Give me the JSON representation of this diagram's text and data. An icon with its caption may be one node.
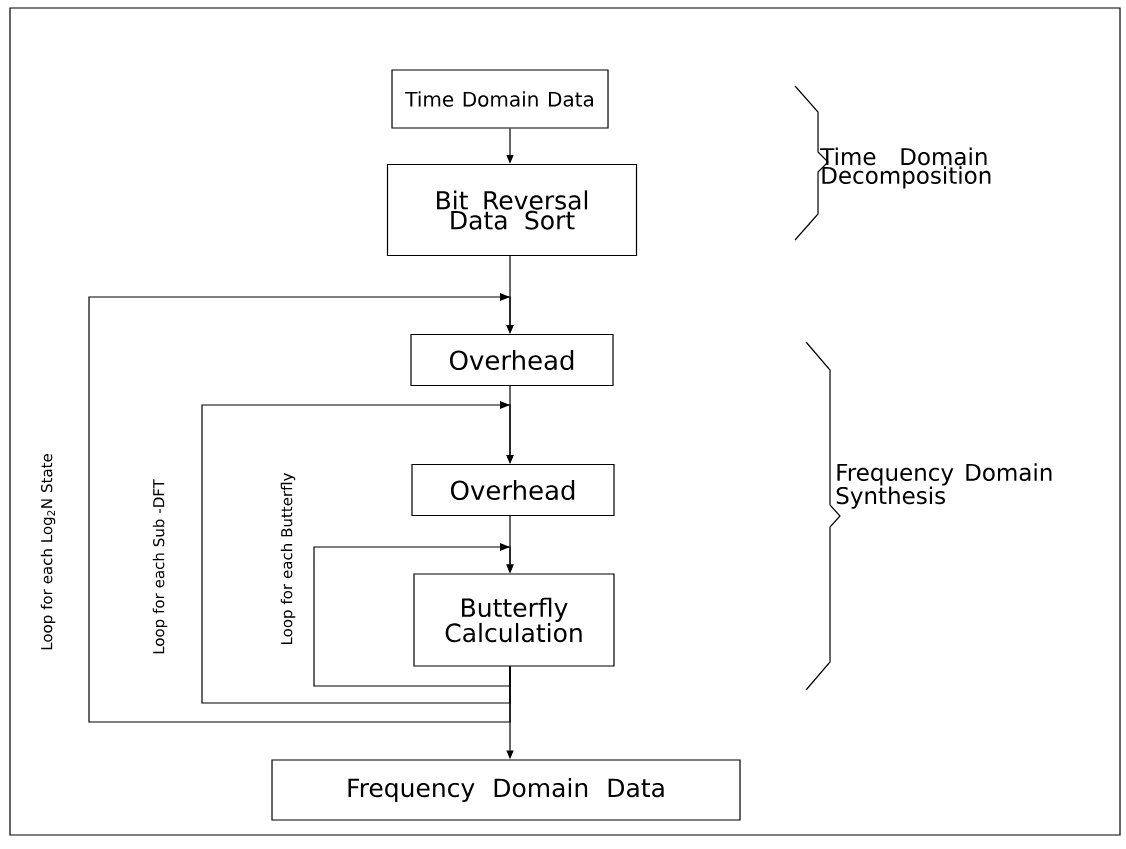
{
  "diagram": {
    "nodes": [
      {
        "text": [
          "Time Domain Data"
        ]
      },
      {
        "text": [
          "Bit Reversal Data Sort"
        ]
      },
      {
        "text": [
          "Overhead"
        ]
      },
      {
        "text": [
          "Overhead"
        ]
      },
      {
        "text": [
          "Butterfly Calculation"
        ]
      },
      {
        "text": [
          "Frequency Domain Data"
        ]
      }
    ],
    "edges": [
      {
        "from": 0,
        "to": 1,
        "arrow": "to"
      },
      {
        "from": 1,
        "to": 2,
        "arrow": "to"
      },
      {
        "from": 2,
        "to": 3,
        "arrow": "to"
      },
      {
        "from": 3,
        "to": 4,
        "arrow": "to"
      },
      {
        "from": 4,
        "to": 5,
        "arrow": "to"
      },
      {
        "from": 4,
        "to": 4,
        "arrow": "to",
        "label": "Loop for each Butterfly"
      },
      {
        "from": 4,
        "to": 3,
        "arrow": "to",
        "label": "Loop for each Sub -DFT"
      },
      {
        "from": 4,
        "to": 2,
        "arrow": "to",
        "label": "Loop for each Log$_{2}$N State"
      }
    ],
    "labels": [
      "Time Domain Decomposition",
      "Frequency Domain Synthesis"
    ]
  }
}
